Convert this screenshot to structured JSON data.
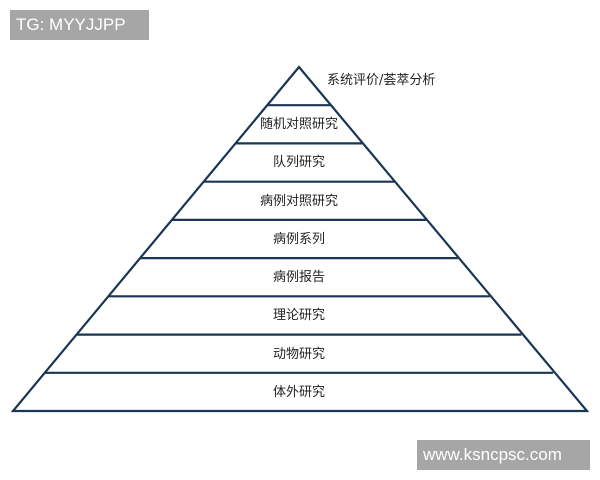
{
  "watermarks": {
    "top": "TG: MYYJJPP",
    "bottom": "www.ksncpsc.com"
  },
  "diagram": {
    "type": "evidence-pyramid",
    "line_color": "#1b3556",
    "apex_label": "系统评价/荟萃分析",
    "levels": [
      {
        "label": "随机对照研究"
      },
      {
        "label": "队列研究"
      },
      {
        "label": "病例对照研究"
      },
      {
        "label": "病例系列"
      },
      {
        "label": "病例报告"
      },
      {
        "label": "理论研究"
      },
      {
        "label": "动物研究"
      },
      {
        "label": "体外研究"
      }
    ]
  }
}
